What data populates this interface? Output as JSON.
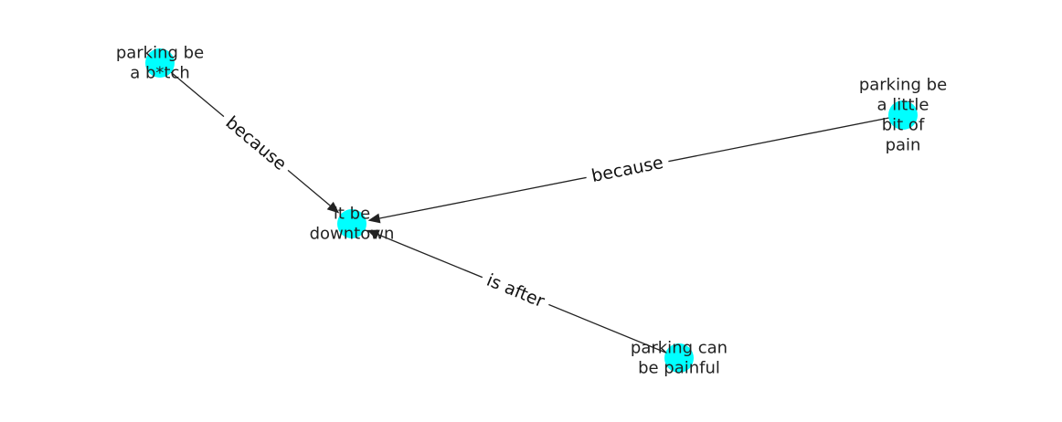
{
  "graph": {
    "node_color": "#00ffff",
    "edge_color": "#222222",
    "nodes": [
      {
        "id": "n1",
        "lines": [
          "parking be",
          "a b*tch"
        ]
      },
      {
        "id": "n2",
        "lines": [
          "it be",
          "downtown"
        ]
      },
      {
        "id": "n3",
        "lines": [
          "parking be",
          "a little",
          "bit of",
          "pain"
        ]
      },
      {
        "id": "n4",
        "lines": [
          "parking can",
          "be painful"
        ]
      }
    ],
    "edges": [
      {
        "source": "n1",
        "target": "n2",
        "label": "because"
      },
      {
        "source": "n3",
        "target": "n2",
        "label": "because"
      },
      {
        "source": "n4",
        "target": "n2",
        "label": "is after"
      }
    ]
  }
}
